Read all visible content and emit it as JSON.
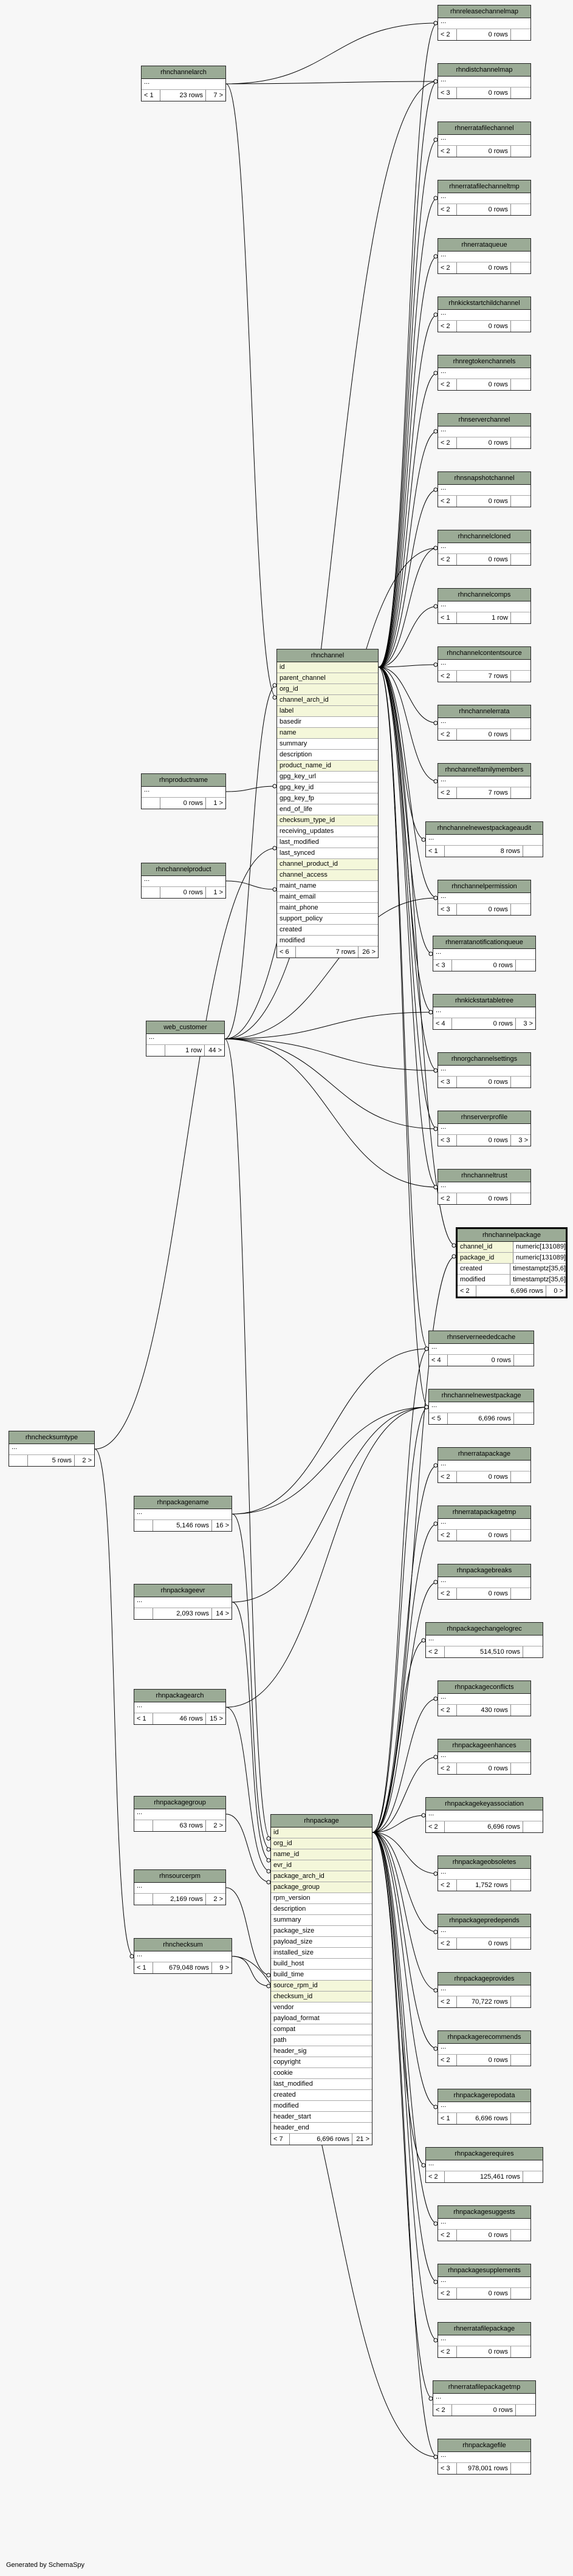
{
  "footer": "Generated by SchemaSpy",
  "colors": {
    "header": "#9bab96",
    "key_row": "#f4f7da",
    "edge": "#000000"
  },
  "tables": [
    {
      "id": "rhnreleasechannelmap",
      "rows": [
        "..."
      ],
      "footer": [
        "< 2",
        "0 rows",
        ""
      ]
    },
    {
      "id": "rhndistchannelmap",
      "rows": [
        "..."
      ],
      "footer": [
        "< 3",
        "0 rows",
        ""
      ]
    },
    {
      "id": "rhnerratafilechannel",
      "rows": [
        "..."
      ],
      "footer": [
        "< 2",
        "0 rows",
        ""
      ]
    },
    {
      "id": "rhnerratafilechanneltmp",
      "rows": [
        "..."
      ],
      "footer": [
        "< 2",
        "0 rows",
        ""
      ]
    },
    {
      "id": "rhnerrataqueue",
      "rows": [
        "..."
      ],
      "footer": [
        "< 2",
        "0 rows",
        ""
      ]
    },
    {
      "id": "rhnkickstartchildchannel",
      "rows": [
        "..."
      ],
      "footer": [
        "< 2",
        "0 rows",
        ""
      ]
    },
    {
      "id": "rhnregtokenchannels",
      "rows": [
        "..."
      ],
      "footer": [
        "< 2",
        "0 rows",
        ""
      ]
    },
    {
      "id": "rhnserverchannel",
      "rows": [
        "..."
      ],
      "footer": [
        "< 2",
        "0 rows",
        ""
      ]
    },
    {
      "id": "rhnsnapshotchannel",
      "rows": [
        "..."
      ],
      "footer": [
        "< 2",
        "0 rows",
        ""
      ]
    },
    {
      "id": "rhnchannelcloned",
      "rows": [
        "..."
      ],
      "footer": [
        "< 2",
        "0 rows",
        ""
      ]
    },
    {
      "id": "rhnchannelcomps",
      "rows": [
        "..."
      ],
      "footer": [
        "< 1",
        "1 row",
        ""
      ]
    },
    {
      "id": "rhnchannelcontentsource",
      "rows": [
        "..."
      ],
      "footer": [
        "< 2",
        "7 rows",
        ""
      ]
    },
    {
      "id": "rhnchannelerrata",
      "rows": [
        "..."
      ],
      "footer": [
        "< 2",
        "0 rows",
        ""
      ]
    },
    {
      "id": "rhnchannelfamilymembers",
      "rows": [
        "..."
      ],
      "footer": [
        "< 2",
        "7 rows",
        ""
      ]
    },
    {
      "id": "rhnchannelnewestpackageaudit",
      "rows": [
        "..."
      ],
      "footer": [
        "< 1",
        "8 rows",
        ""
      ]
    },
    {
      "id": "rhnchannelpermission",
      "rows": [
        "..."
      ],
      "footer": [
        "< 3",
        "0 rows",
        ""
      ]
    },
    {
      "id": "rhnerratanotificationqueue",
      "rows": [
        "..."
      ],
      "footer": [
        "< 3",
        "0 rows",
        ""
      ]
    },
    {
      "id": "rhnkickstartabletree",
      "rows": [
        "..."
      ],
      "footer": [
        "< 4",
        "0 rows",
        "3 >"
      ]
    },
    {
      "id": "rhnorgchannelsettings",
      "rows": [
        "..."
      ],
      "footer": [
        "< 3",
        "0 rows",
        ""
      ]
    },
    {
      "id": "rhnserverprofile",
      "rows": [
        "..."
      ],
      "footer": [
        "< 3",
        "0 rows",
        "3 >"
      ]
    },
    {
      "id": "rhnchanneltrust",
      "rows": [
        "..."
      ],
      "footer": [
        "< 2",
        "0 rows",
        ""
      ]
    },
    {
      "id": "rhnserverneededcache",
      "rows": [
        "..."
      ],
      "footer": [
        "< 4",
        "0 rows",
        ""
      ]
    },
    {
      "id": "rhnchannelnewestpackage",
      "rows": [
        "..."
      ],
      "footer": [
        "< 5",
        "6,696 rows",
        ""
      ]
    },
    {
      "id": "rhnerratapackage",
      "rows": [
        "..."
      ],
      "footer": [
        "< 2",
        "0 rows",
        ""
      ]
    },
    {
      "id": "rhnerratapackagetmp",
      "rows": [
        "..."
      ],
      "footer": [
        "< 2",
        "0 rows",
        ""
      ]
    },
    {
      "id": "rhnpackagebreaks",
      "rows": [
        "..."
      ],
      "footer": [
        "< 2",
        "0 rows",
        ""
      ]
    },
    {
      "id": "rhnpackagechangelogrec",
      "rows": [
        "..."
      ],
      "footer": [
        "< 2",
        "514,510 rows",
        ""
      ]
    },
    {
      "id": "rhnpackageconflicts",
      "rows": [
        "..."
      ],
      "footer": [
        "< 2",
        "430 rows",
        ""
      ]
    },
    {
      "id": "rhnpackageenhances",
      "rows": [
        "..."
      ],
      "footer": [
        "< 2",
        "0 rows",
        ""
      ]
    },
    {
      "id": "rhnpackagekeyassociation",
      "rows": [
        "..."
      ],
      "footer": [
        "< 2",
        "6,696 rows",
        ""
      ]
    },
    {
      "id": "rhnpackageobsoletes",
      "rows": [
        "..."
      ],
      "footer": [
        "< 2",
        "1,752 rows",
        ""
      ]
    },
    {
      "id": "rhnpackagepredepends",
      "rows": [
        "..."
      ],
      "footer": [
        "< 2",
        "0 rows",
        ""
      ]
    },
    {
      "id": "rhnpackageprovides",
      "rows": [
        "..."
      ],
      "footer": [
        "< 2",
        "70,722 rows",
        ""
      ]
    },
    {
      "id": "rhnpackagerecommends",
      "rows": [
        "..."
      ],
      "footer": [
        "< 2",
        "0 rows",
        ""
      ]
    },
    {
      "id": "rhnpackagerepodata",
      "rows": [
        "..."
      ],
      "footer": [
        "< 1",
        "6,696 rows",
        ""
      ]
    },
    {
      "id": "rhnpackagerequires",
      "rows": [
        "..."
      ],
      "footer": [
        "< 2",
        "125,461 rows",
        ""
      ]
    },
    {
      "id": "rhnpackagesuggests",
      "rows": [
        "..."
      ],
      "footer": [
        "< 2",
        "0 rows",
        ""
      ]
    },
    {
      "id": "rhnpackagesupplements",
      "rows": [
        "..."
      ],
      "footer": [
        "< 2",
        "0 rows",
        ""
      ]
    },
    {
      "id": "rhnerratafilepackage",
      "rows": [
        "..."
      ],
      "footer": [
        "< 2",
        "0 rows",
        ""
      ]
    },
    {
      "id": "rhnerratafilepackagetmp",
      "rows": [
        "..."
      ],
      "footer": [
        "< 2",
        "0 rows",
        ""
      ]
    },
    {
      "id": "rhnpackagefile",
      "rows": [
        "..."
      ],
      "footer": [
        "< 3",
        "978,001 rows",
        ""
      ]
    },
    {
      "id": "rhnchannelarch",
      "rows": [
        "..."
      ],
      "footer": [
        "< 1",
        "23 rows",
        "7 >"
      ]
    },
    {
      "id": "rhnproductname",
      "rows": [
        "..."
      ],
      "footer": [
        "",
        "0 rows",
        "1 >"
      ]
    },
    {
      "id": "rhnchannelproduct",
      "rows": [
        "..."
      ],
      "footer": [
        "",
        "0 rows",
        "1 >"
      ]
    },
    {
      "id": "web_customer",
      "rows": [
        "..."
      ],
      "footer": [
        "",
        "1 row",
        "44 >"
      ]
    },
    {
      "id": "rhnchecksumtype",
      "rows": [
        "..."
      ],
      "footer": [
        "",
        "5 rows",
        "2 >"
      ]
    },
    {
      "id": "rhnpackagename",
      "rows": [
        "..."
      ],
      "footer": [
        "",
        "5,146 rows",
        "16 >"
      ]
    },
    {
      "id": "rhnpackageevr",
      "rows": [
        "..."
      ],
      "footer": [
        "",
        "2,093 rows",
        "14 >"
      ]
    },
    {
      "id": "rhnpackagearch",
      "rows": [
        "..."
      ],
      "footer": [
        "< 1",
        "46 rows",
        "15 >"
      ]
    },
    {
      "id": "rhnpackagegroup",
      "rows": [
        "..."
      ],
      "footer": [
        "",
        "63 rows",
        "2 >"
      ]
    },
    {
      "id": "rhnsourcerpm",
      "rows": [
        "..."
      ],
      "footer": [
        "",
        "2,169 rows",
        "2 >"
      ]
    },
    {
      "id": "rhnchecksum",
      "rows": [
        "..."
      ],
      "footer": [
        "< 1",
        "679,048 rows",
        "9 >"
      ]
    },
    {
      "id": "rhnchannel",
      "rows": [
        "id",
        "parent_channel",
        "org_id",
        "channel_arch_id",
        "label",
        "basedir",
        "name",
        "summary",
        "description",
        "product_name_id",
        "gpg_key_url",
        "gpg_key_id",
        "gpg_key_fp",
        "end_of_life",
        "checksum_type_id",
        "receiving_updates",
        "last_modified",
        "last_synced",
        "channel_product_id",
        "channel_access",
        "maint_name",
        "maint_email",
        "maint_phone",
        "support_policy",
        "created",
        "modified"
      ],
      "key_rows": [
        0,
        1,
        2,
        3,
        4,
        6,
        9,
        14,
        18,
        19
      ],
      "footer": [
        "< 6",
        "7 rows",
        "26 >"
      ]
    },
    {
      "id": "rhnpackage",
      "rows": [
        "id",
        "org_id",
        "name_id",
        "evr_id",
        "package_arch_id",
        "package_group",
        "rpm_version",
        "description",
        "summary",
        "package_size",
        "payload_size",
        "installed_size",
        "build_host",
        "build_time",
        "source_rpm_id",
        "checksum_id",
        "vendor",
        "payload_format",
        "compat",
        "path",
        "header_sig",
        "copyright",
        "cookie",
        "last_modified",
        "created",
        "modified",
        "header_start",
        "header_end"
      ],
      "key_rows": [
        0,
        1,
        2,
        3,
        4,
        5,
        14,
        15
      ],
      "footer": [
        "< 7",
        "6,696 rows",
        "21 >"
      ]
    },
    {
      "id": "rhnchannelpackage",
      "focus": true,
      "columns": [
        [
          "channel_id",
          "numeric[131089]"
        ],
        [
          "package_id",
          "numeric[131089]"
        ],
        [
          "created",
          "timestamptz[35,6]"
        ],
        [
          "modified",
          "timestamptz[35,6]"
        ]
      ],
      "key_rows": [
        0,
        1
      ],
      "footer": [
        "< 2",
        "6,696 rows",
        "0 >"
      ]
    }
  ]
}
